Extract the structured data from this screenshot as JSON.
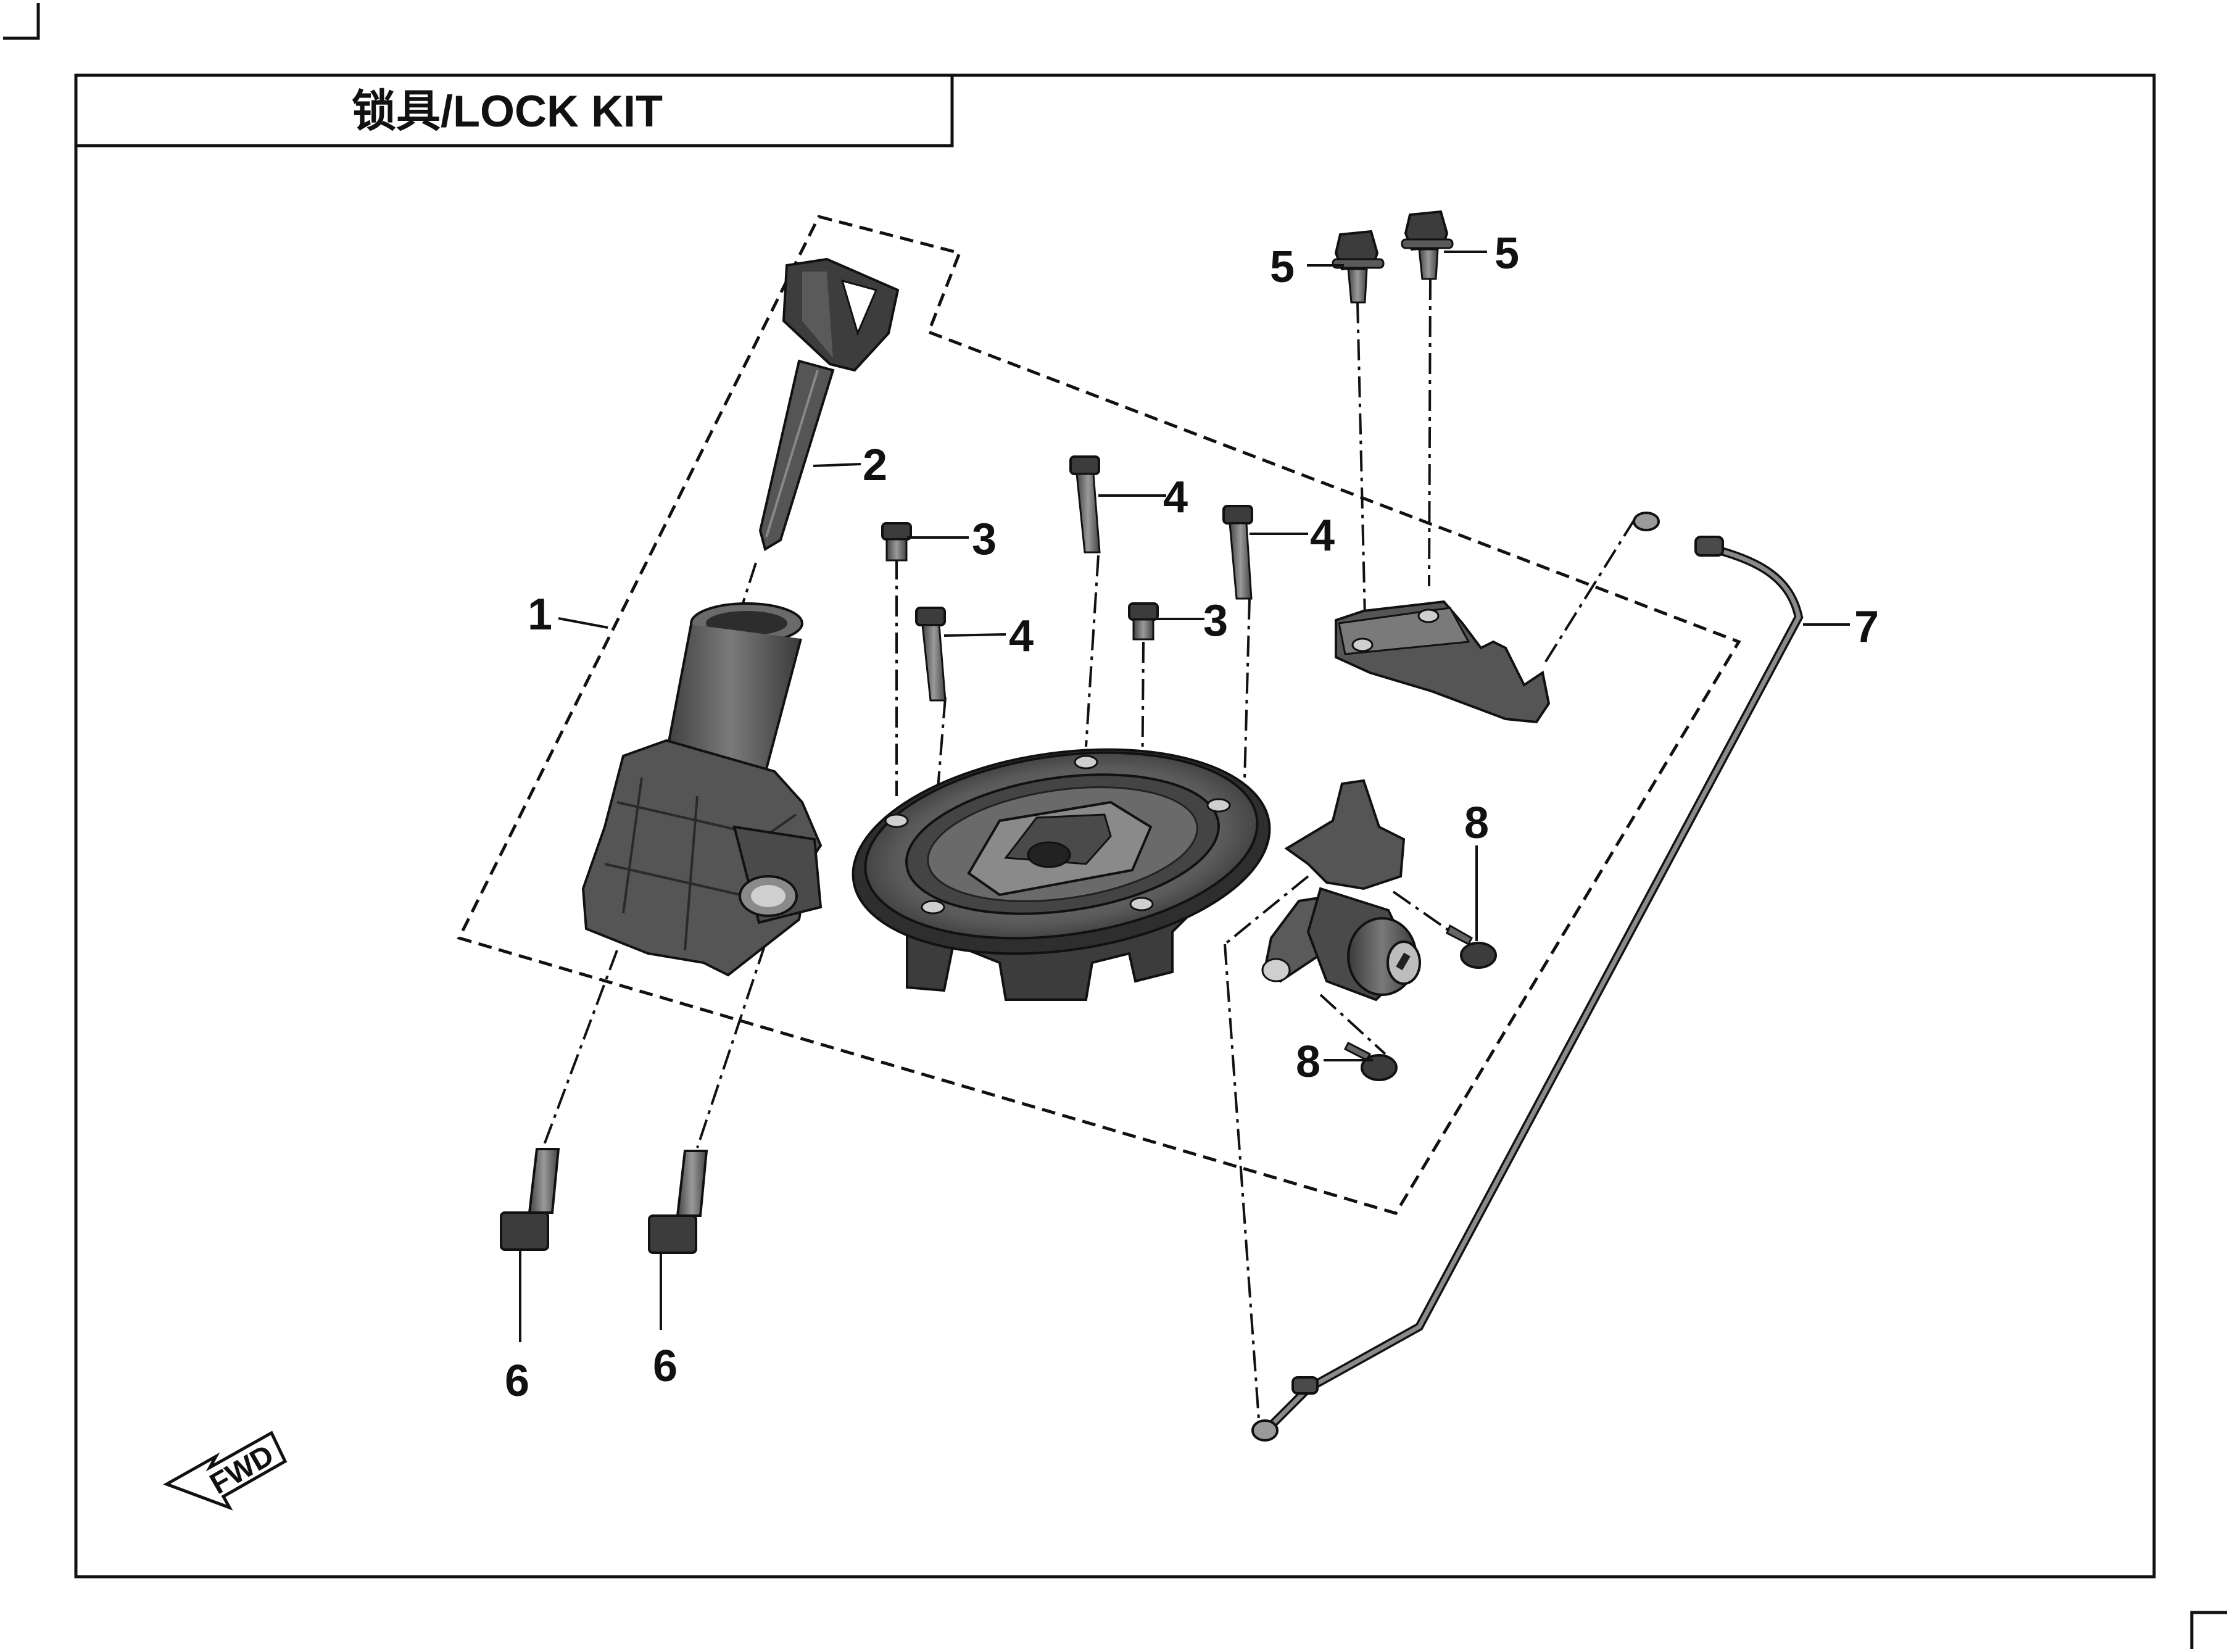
{
  "title": "锁具/LOCK KIT",
  "fwd_label": "FWD",
  "callouts": [
    {
      "id": "c1",
      "number": "1"
    },
    {
      "id": "c2",
      "number": "2"
    },
    {
      "id": "c3a",
      "number": "3"
    },
    {
      "id": "c3b",
      "number": "3"
    },
    {
      "id": "c4a",
      "number": "4"
    },
    {
      "id": "c4b",
      "number": "4"
    },
    {
      "id": "c4c",
      "number": "4"
    },
    {
      "id": "c5a",
      "number": "5"
    },
    {
      "id": "c5b",
      "number": "5"
    },
    {
      "id": "c6a",
      "number": "6"
    },
    {
      "id": "c6b",
      "number": "6"
    },
    {
      "id": "c7",
      "number": "7"
    },
    {
      "id": "c8a",
      "number": "8"
    },
    {
      "id": "c8b",
      "number": "8"
    }
  ],
  "colors": {
    "line": "#111111",
    "part_dark": "#4a4a4a",
    "part_mid": "#6b6b6b",
    "part_light": "#9a9a9a"
  }
}
